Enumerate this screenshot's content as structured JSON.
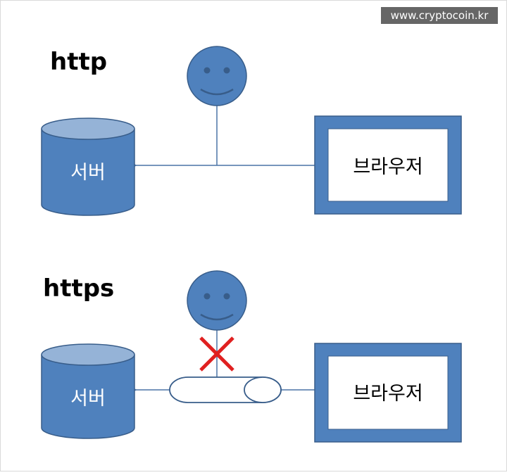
{
  "watermark": "www.cryptocoin.kr",
  "colors": {
    "accent": "#4f81bd",
    "accent_border": "#385d8a",
    "cylinder_top": "#95b3d7",
    "line": "#4a74a6",
    "block": "#e02020",
    "watermark_bg": "#666666"
  },
  "sections": [
    {
      "title": "http",
      "server_label": "서버",
      "browser_label": "브라우저",
      "encrypted": false
    },
    {
      "title": "https",
      "server_label": "서버",
      "browser_label": "브라우저",
      "encrypted": true
    }
  ]
}
